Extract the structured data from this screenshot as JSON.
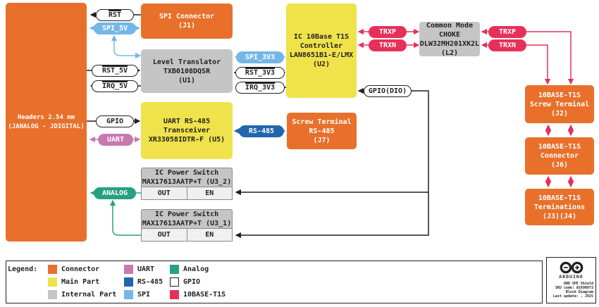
{
  "colors": {
    "connector_orange": "#E8702B",
    "main_part_yellow": "#EFE24B",
    "internal_gray": "#C5C5C6",
    "spi_blue": "#74B7E7",
    "rs485_blue": "#2166AD",
    "uart_pink": "#C779AE",
    "t1s_crimson": "#E73059",
    "analog_teal": "#26A083",
    "line_black": "#231F20"
  },
  "headers": {
    "label": "Headers 2.54 mm\n(JANALOG - JDIGITAL)"
  },
  "blocks": {
    "j1": "SPI Connector\n(J1)",
    "u1": "Level Translator\nTXB0108DQSR\n(U1)",
    "u2": "IC 10Base T1S\nController\nLAN8651B1-E/LMX\n(U2)",
    "l2": "Common Mode\nCHOKE\nDLW32MH201XK2L\n(L2)",
    "u5": "UART RS-485\nTransceiver\nXR33058IDTR-F (U5)",
    "j7": "Screw Terminal\nRS-485\n(J7)",
    "u3_2": "IC Power Switch\nMAX17613AATP+T (U3_2)",
    "u3_1": "IC Power Switch\nMAX17613AATP+T (U3_1)",
    "out": "OUT",
    "en": "EN",
    "j2": "10BASE-T1S\nScrew Terminal\n(J2)",
    "j6": "10BASE-T1S\nConnector\n(J6)",
    "j3j4": "10BASE-T1S\nTerminations\n(J3)(J4)"
  },
  "pills": {
    "rst": "RST",
    "spi_5v": "SPI_5V",
    "rst_5v": "RST_5V",
    "irq_5v": "IRQ_5V",
    "gpio": "GPIO",
    "uart": "UART",
    "analog": "ANALOG",
    "spi_3v3": "SPI_3V3",
    "rst_3v3": "RST_3V3",
    "irq_3v3": "IRQ_3V3",
    "rs485": "RS-485",
    "trxp": "TRXP",
    "trxn": "TRXN",
    "gpio_dio": "GPIO(DIO)"
  },
  "legend": {
    "title": "Legend:",
    "items": [
      {
        "label": "Connector",
        "swatch_style": "background:#E8702B"
      },
      {
        "label": "Main Part",
        "swatch_style": "background:#EFE24B"
      },
      {
        "label": "Internal Part",
        "swatch_style": "background:#C5C5C6"
      },
      {
        "label": "UART",
        "swatch_style": "background:#C779AE"
      },
      {
        "label": "RS-485",
        "swatch_style": "background:#2166AD"
      },
      {
        "label": "SPI",
        "swatch_style": "background:#74B7E7"
      },
      {
        "label": "Analog",
        "swatch_style": "background:#26A083"
      },
      {
        "label": "GPIO",
        "swatch_style": "background:#FFFFFF;border:1.5px solid #231F20"
      },
      {
        "label": "10BASE-T1S",
        "swatch_style": "background:#E73059"
      }
    ]
  },
  "footer": {
    "brand": "ARDUINO",
    "lines": [
      "UNO SPE Shield",
      "SKU code: ASX00073",
      "Block Diagram",
      "Last update: , 2025"
    ]
  }
}
